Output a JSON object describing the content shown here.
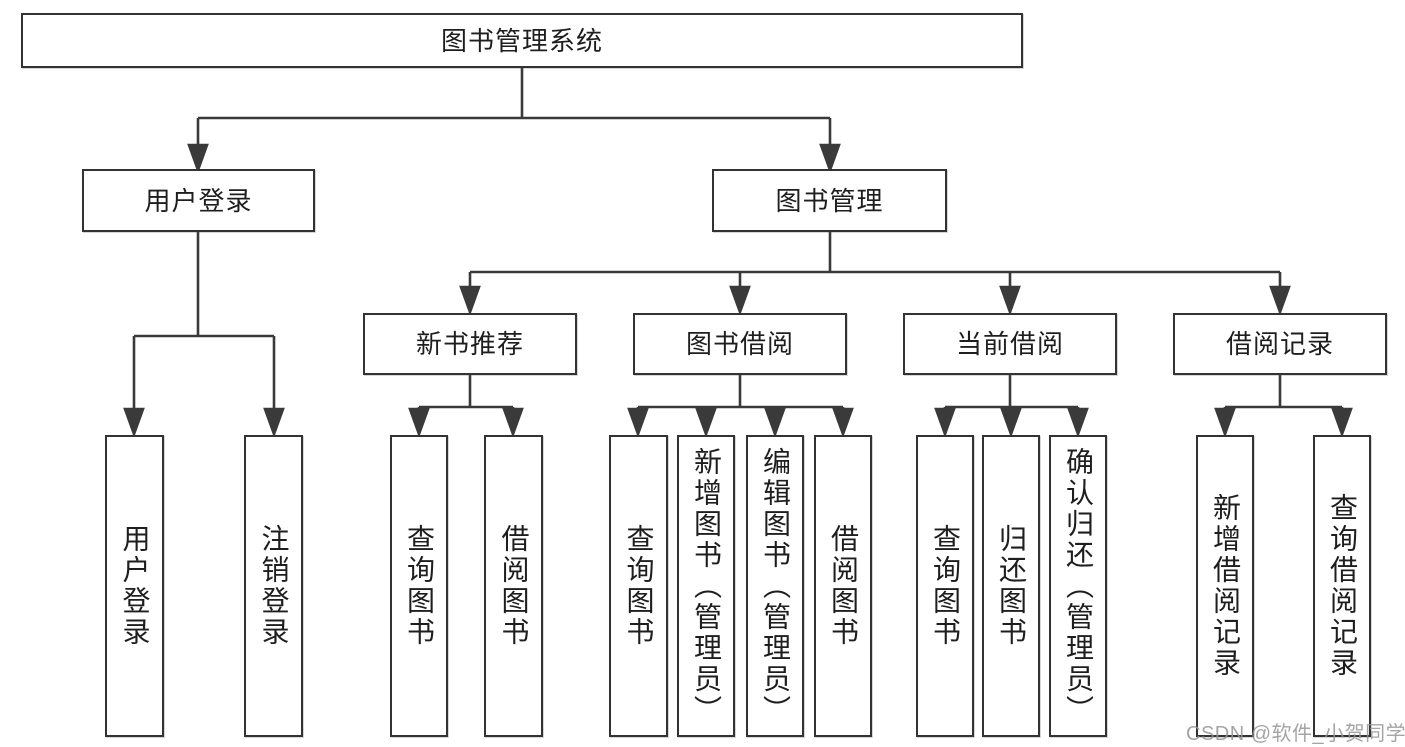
{
  "diagram": {
    "title": "图书管理系统",
    "tree": {
      "label": "图书管理系统",
      "children": [
        {
          "label": "用户登录",
          "children": [
            {
              "label": "用户登录"
            },
            {
              "label": "注销登录"
            }
          ]
        },
        {
          "label": "图书管理",
          "children": [
            {
              "label": "新书推荐",
              "children": [
                {
                  "label": "查询图书"
                },
                {
                  "label": "借阅图书"
                }
              ]
            },
            {
              "label": "图书借阅",
              "children": [
                {
                  "label": "查询图书"
                },
                {
                  "label": "新增图书（管理员）"
                },
                {
                  "label": "编辑图书（管理员）"
                },
                {
                  "label": "借阅图书"
                }
              ]
            },
            {
              "label": "当前借阅",
              "children": [
                {
                  "label": "查询图书"
                },
                {
                  "label": "归还图书"
                },
                {
                  "label": "确认归还（管理员）"
                }
              ]
            },
            {
              "label": "借阅记录",
              "children": [
                {
                  "label": "新增借阅记录"
                },
                {
                  "label": "查询借阅记录"
                }
              ]
            }
          ]
        }
      ]
    },
    "colors": {
      "line": "#3a3a3a",
      "border": "#333333",
      "text": "#1e1e1e",
      "background": "#ffffff",
      "watermark": "#949494"
    }
  },
  "watermark": {
    "text": "CSDN @软件_小贺同学"
  }
}
